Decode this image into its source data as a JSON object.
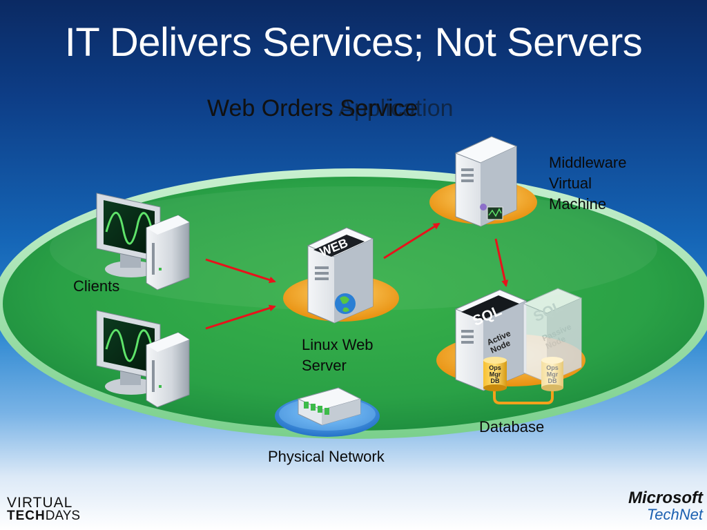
{
  "title": "IT Delivers Services; Not Servers",
  "subtitle_back": "Web Orders Application",
  "subtitle_front": "Web Orders Service",
  "labels": {
    "clients": "Clients",
    "web_server": "Linux Web\nServer",
    "middleware": "Middleware\nVirtual\nMachine",
    "database": "Database",
    "network": "Physical Network"
  },
  "icon_text": {
    "web": "WEB",
    "sql_active": "SQL",
    "active_node": "Active\nNode",
    "sql_passive": "SQL",
    "passive_node": "Passive\nNode",
    "db1": "Ops\nMgr\nDB",
    "db2": "Ops\nMgr\nDB"
  },
  "branding": {
    "virtual": "VIRTUAL",
    "tech": "TECH",
    "days": "DAYS",
    "microsoft": "Microsoft",
    "technet": "TechNet"
  },
  "colors": {
    "ellipse_green": "#2fae4a",
    "arrow_red": "#e8121b",
    "platter_orange": "#f4a11c",
    "network_blue": "#3d8fe0"
  }
}
